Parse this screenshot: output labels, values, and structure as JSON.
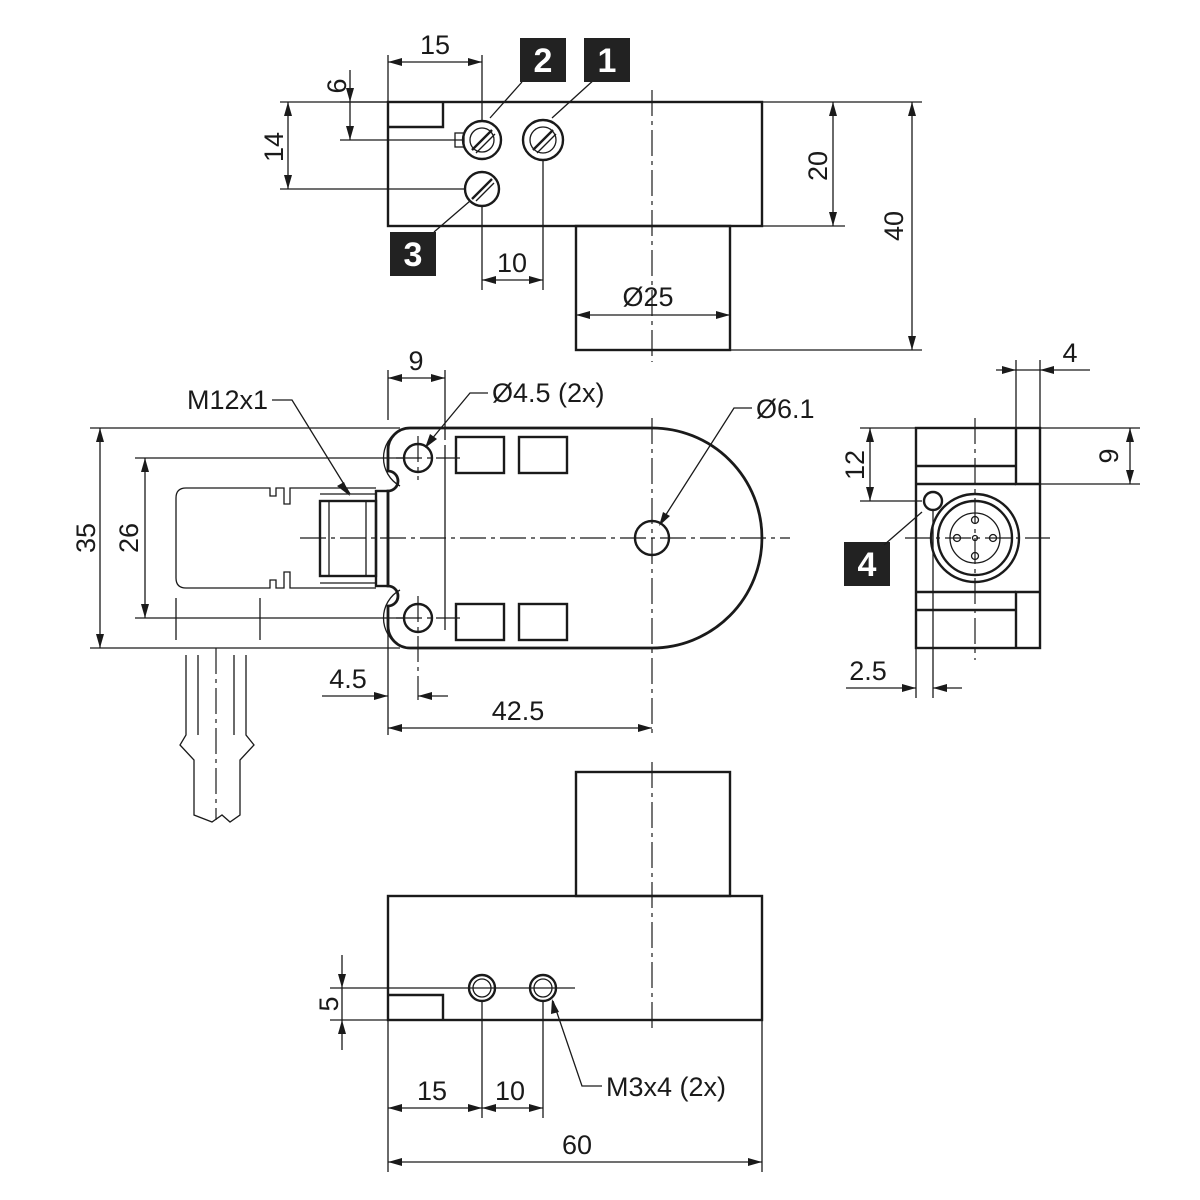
{
  "dimensions": {
    "top_15": "15",
    "top_6": "6",
    "top_14": "14",
    "top_20": "20",
    "top_40": "40",
    "top_10": "10",
    "top_dia25": "Ø25",
    "mid_9": "9",
    "mid_m12": "M12x1",
    "mid_dia45": "Ø4.5 (2x)",
    "mid_dia61": "Ø6.1",
    "mid_35": "35",
    "mid_26": "26",
    "mid_45": "4.5",
    "mid_425": "42.5",
    "side_4": "4",
    "side_12": "12",
    "side_9": "9",
    "side_25": "2.5",
    "bot_5": "5",
    "bot_m3": "M3x4 (2x)",
    "bot_15": "15",
    "bot_10": "10",
    "bot_60": "60"
  },
  "badges": {
    "one": "1",
    "two": "2",
    "three": "3",
    "four": "4"
  }
}
